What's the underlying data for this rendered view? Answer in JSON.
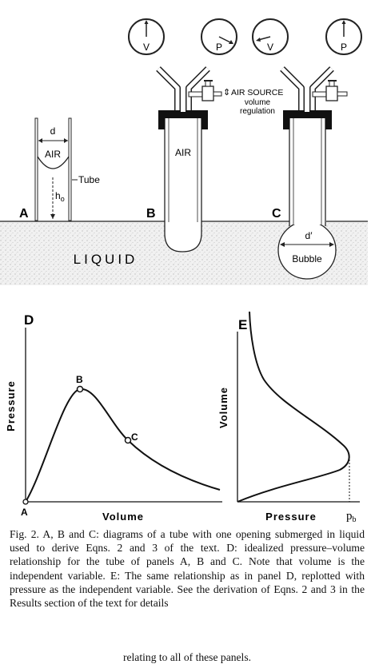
{
  "panels": {
    "a": {
      "letter": "A",
      "dim_d": "d",
      "air": "AIR",
      "tube": "Tube",
      "height": "h",
      "height_sub": "o"
    },
    "b": {
      "letter": "B",
      "air": "AIR"
    },
    "c": {
      "letter": "C",
      "dim_d": "d′",
      "bubble": "Bubble"
    },
    "liquid": "LIQUID",
    "gauges": {
      "v": "V",
      "p": "P"
    },
    "air_source": {
      "line1": "AIR SOURCE",
      "line2": "volume",
      "line3": "regulation"
    }
  },
  "chart_data": [
    {
      "type": "line",
      "panel": "D",
      "xlabel": "Volume",
      "ylabel": "Pressure",
      "curve": "rises from origin A to a maximum at B, then decreases through C",
      "points": [
        {
          "label": "A",
          "x": 0,
          "y": 0
        },
        {
          "label": "B",
          "x": 0.28,
          "y": 0.77
        },
        {
          "label": "C",
          "x": 0.51,
          "y": 0.44
        }
      ]
    },
    {
      "type": "line",
      "panel": "E",
      "xlabel": "Pressure",
      "ylabel": "Volume",
      "marker": "p",
      "marker_sub": "b"
    }
  ],
  "caption": {
    "body": "Fig. 2. A, B and C: diagrams of a tube with one opening submerged in liquid used to derive Eqns. 2 and 3 of the text. D: idealized pressure–volume relationship for the tube of panels A, B and C. Note that volume is the independent variable. E: The same relationship as in panel D, replotted with pressure as the independent variable. See the derivation of Eqns. 2 and 3 in the Results section of the text for details",
    "last": "relating to all of these panels."
  }
}
